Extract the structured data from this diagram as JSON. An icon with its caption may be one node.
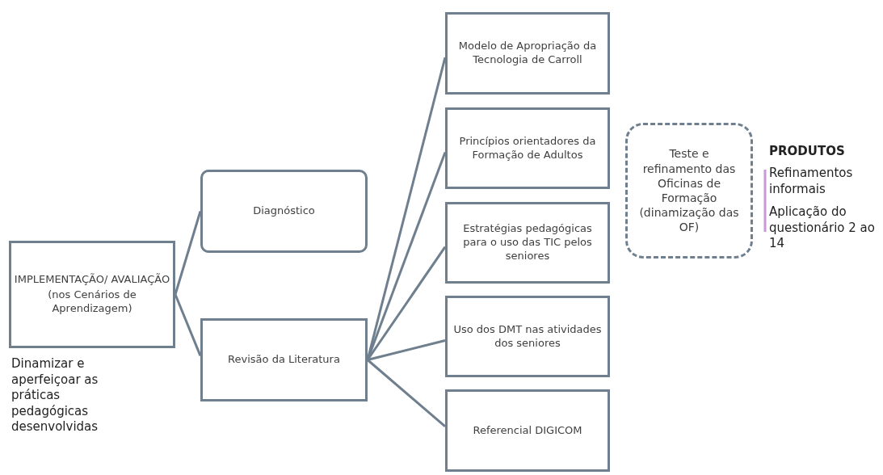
{
  "diagram": {
    "nodes": [
      {
        "text": [
          "IMPLEMENTAÇÃO/ AVALIAÇÃO",
          "(nos Cenários de Aprendizagem)"
        ],
        "beside": [
          "Dinamizar e aperfeiçoar as práticas pedagógicas desenvolvidas"
        ]
      },
      {
        "text": [
          "Diagnóstico"
        ]
      },
      {
        "text": [
          "Revisão da Literatura"
        ]
      },
      {
        "text": [
          "Modelo de Apropriação da Tecnologia de Carroll"
        ]
      },
      {
        "text": [
          "Princípios orientadores da Formação de Adultos"
        ]
      },
      {
        "text": [
          "Estratégias pedagógicas para o uso das TIC pelos seniores"
        ]
      },
      {
        "text": [
          "Uso dos DMT nas atividades dos seniores"
        ]
      },
      {
        "text": [
          "Referencial DIGICOM"
        ]
      },
      {
        "text": [
          "Teste e refinamento das Oficinas de Formação (dinamização das OF)"
        ]
      }
    ],
    "edges": [
      {
        "from": 0,
        "to": 1,
        "arrow": "none"
      },
      {
        "from": 0,
        "to": 2,
        "arrow": "none"
      },
      {
        "from": 2,
        "to": 3,
        "arrow": "none"
      },
      {
        "from": 2,
        "to": 4,
        "arrow": "none"
      },
      {
        "from": 2,
        "to": 5,
        "arrow": "none"
      },
      {
        "from": 2,
        "to": 6,
        "arrow": "none"
      },
      {
        "from": 2,
        "to": 7,
        "arrow": "none"
      }
    ],
    "labels": [
      "PRODUTOS",
      "Refinamentos informais",
      "Aplicação do questionário 2 ao 14"
    ]
  }
}
